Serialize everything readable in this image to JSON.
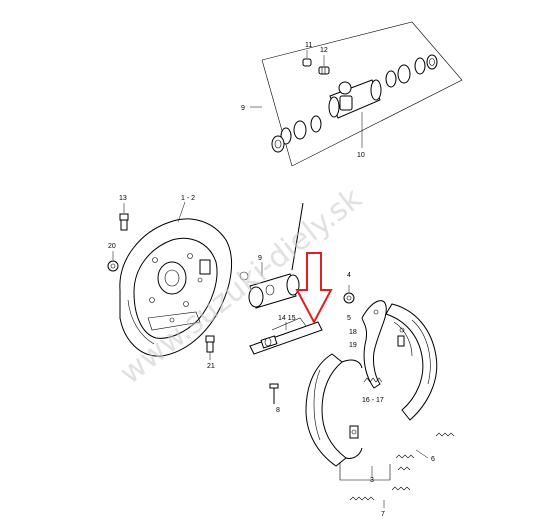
{
  "watermark": {
    "text": "www.suzuki-diely.sk"
  },
  "arrow": {
    "color": "#e02020"
  },
  "labels": {
    "p11": "11",
    "p12": "12",
    "p9": "9",
    "p10": "10",
    "p1_2": "1 - 2",
    "p13": "13",
    "p20": "20",
    "p21": "21",
    "p9b": "9",
    "p14_15": "14  15",
    "p4": "4",
    "p5": "5",
    "p18": "18",
    "p19": "19",
    "p16_17": "16 - 17",
    "p8": "8",
    "p3": "3",
    "p6": "6",
    "p7": "7"
  }
}
